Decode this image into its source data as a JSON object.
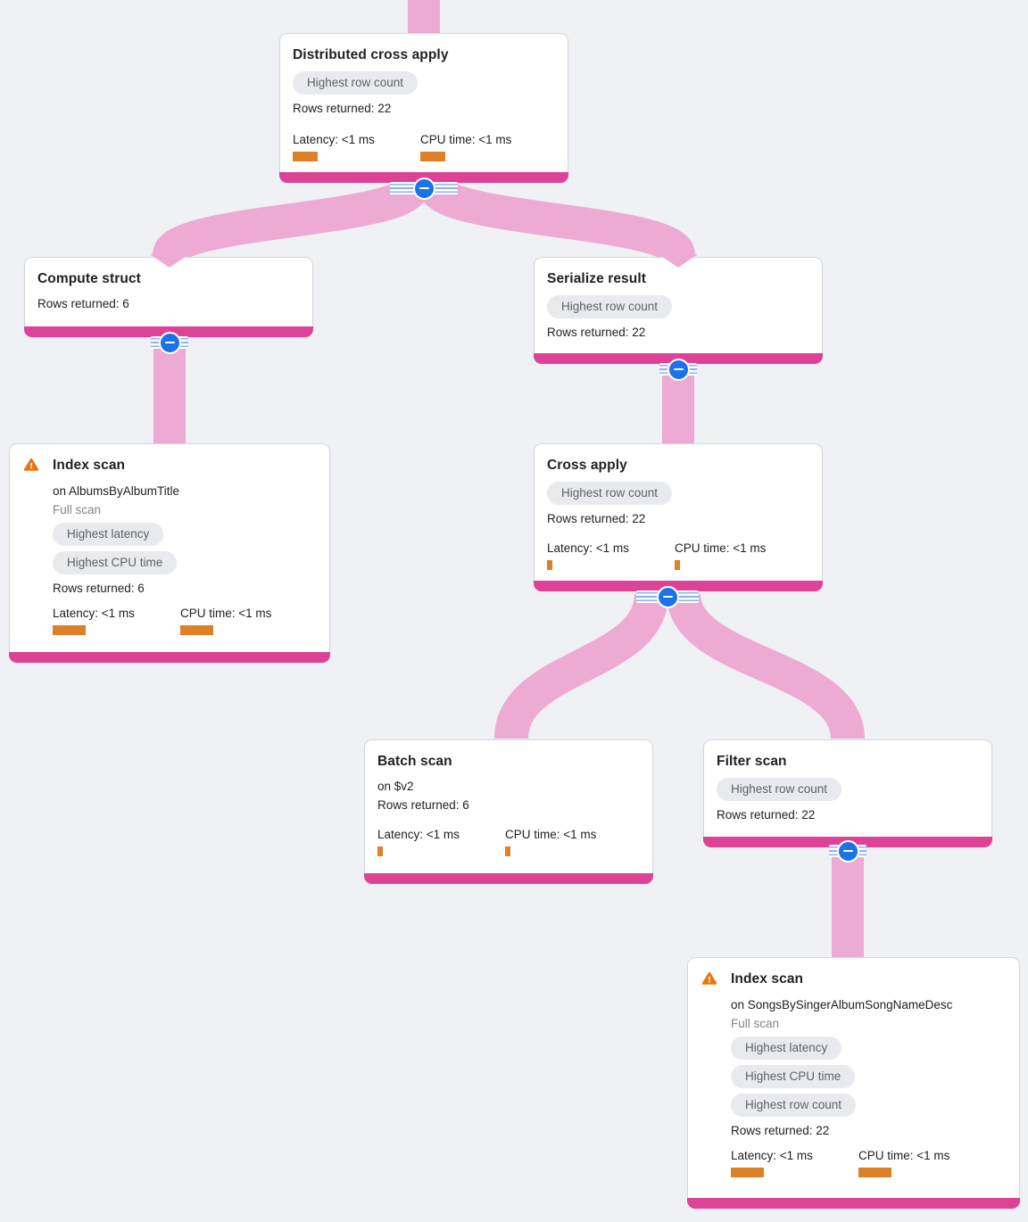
{
  "app": {
    "name": "query-execution-plan-visualizer",
    "colors": {
      "background": "#eff1f4",
      "node_accent_bar": "#dc4397",
      "flow_edge": "#edabd3",
      "metric_bar": "#dd8028",
      "collapse_button": "#1a73e8",
      "badge_background": "#e9eaed",
      "badge_text": "#5f6368",
      "warning_icon": "#e8750e"
    }
  },
  "icons": {
    "warning": "warning-triangle-icon",
    "collapse": "minus-circle-icon"
  },
  "nodes": [
    {
      "id": "distributed-cross-apply",
      "title": "Distributed cross apply",
      "badges": [
        "Highest row count"
      ],
      "rows": "Rows returned: 22",
      "latency_label": "Latency: <1 ms",
      "cpu_label": "CPU time: <1 ms",
      "latency_bar": 28,
      "cpu_bar": 28
    },
    {
      "id": "compute-struct",
      "title": "Compute struct",
      "rows": "Rows returned: 6"
    },
    {
      "id": "serialize-result",
      "title": "Serialize result",
      "badges": [
        "Highest row count"
      ],
      "rows": "Rows returned: 22"
    },
    {
      "id": "index-scan-albums",
      "title": "Index scan",
      "subtitle": "on AlbumsByAlbumTitle",
      "note": "Full scan",
      "badges": [
        "Highest latency",
        "Highest CPU time"
      ],
      "rows": "Rows returned: 6",
      "latency_label": "Latency: <1 ms",
      "cpu_label": "CPU time: <1 ms",
      "latency_bar": 37,
      "cpu_bar": 37
    },
    {
      "id": "cross-apply",
      "title": "Cross apply",
      "badges": [
        "Highest row count"
      ],
      "rows": "Rows returned: 22",
      "latency_label": "Latency: <1 ms",
      "cpu_label": "CPU time: <1 ms",
      "latency_bar": 6,
      "cpu_bar": 6
    },
    {
      "id": "batch-scan",
      "title": "Batch scan",
      "subtitle": "on $v2",
      "rows": "Rows returned: 6",
      "latency_label": "Latency: <1 ms",
      "cpu_label": "CPU time: <1 ms",
      "latency_bar": 6,
      "cpu_bar": 6
    },
    {
      "id": "filter-scan",
      "title": "Filter scan",
      "badges": [
        "Highest row count"
      ],
      "rows": "Rows returned: 22"
    },
    {
      "id": "index-scan-songs",
      "title": "Index scan",
      "subtitle": "on SongsBySingerAlbumSongNameDesc",
      "note": "Full scan",
      "badges": [
        "Highest latency",
        "Highest CPU time",
        "Highest row count"
      ],
      "rows": "Rows returned: 22",
      "latency_label": "Latency: <1 ms",
      "cpu_label": "CPU time: <1 ms",
      "latency_bar": 37,
      "cpu_bar": 37
    }
  ],
  "edges": [
    {
      "from": "(root)",
      "to": "distributed-cross-apply"
    },
    {
      "from": "distributed-cross-apply",
      "to": "compute-struct"
    },
    {
      "from": "distributed-cross-apply",
      "to": "serialize-result"
    },
    {
      "from": "compute-struct",
      "to": "index-scan-albums"
    },
    {
      "from": "serialize-result",
      "to": "cross-apply"
    },
    {
      "from": "cross-apply",
      "to": "batch-scan"
    },
    {
      "from": "cross-apply",
      "to": "filter-scan"
    },
    {
      "from": "filter-scan",
      "to": "index-scan-songs"
    }
  ]
}
